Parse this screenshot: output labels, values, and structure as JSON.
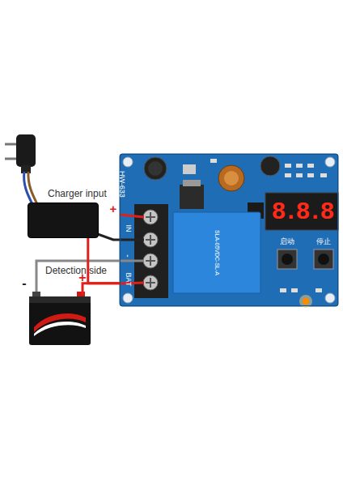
{
  "diagram": {
    "nodes": [
      {
        "text": [
          "Charger input"
        ]
      },
      {
        "text": [
          "HW-633"
        ]
      },
      {
        "text": [
          "Detection side"
        ]
      }
    ],
    "edges": [
      {
        "from": 0,
        "to": 1,
        "arrow": "none"
      },
      {
        "from": 2,
        "to": 1,
        "arrow": "none"
      }
    ],
    "labels": [
      "+",
      "IN",
      "-",
      "BAT",
      "8.8.8",
      "启动",
      "停止",
      "-",
      "+",
      "SLA-05VDC-SL-A"
    ]
  }
}
